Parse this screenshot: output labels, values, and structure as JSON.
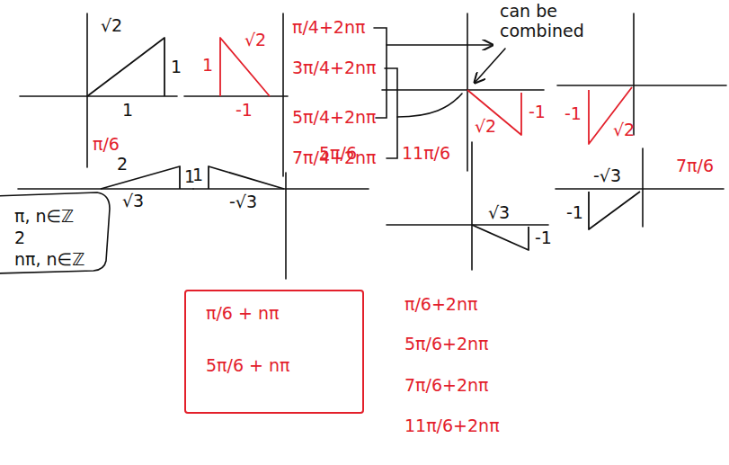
{
  "diagram": {
    "nodes": [
      {
        "text": [
          "π, n∈ℤ",
          "2",
          "nπ, n∈ℤ"
        ]
      },
      {
        "text": [
          "π/6 + nπ",
          "5π/6 + nπ"
        ]
      }
    ],
    "labels": [
      "√2",
      "1",
      "1",
      "1",
      "√2",
      "-1",
      "π/4+2nπ",
      "3π/4+2nπ",
      "5π/4+2nπ",
      "7π/4+2nπ",
      "can be combined",
      "√2",
      "-1",
      "-1",
      "√2",
      "π/6",
      "2",
      "1",
      "√3",
      "1",
      "-√3",
      "5π/6",
      "11π/6",
      "√3",
      "-1",
      "-√3",
      "-1",
      "7π/6",
      "π/6+2nπ",
      "5π/6+2nπ",
      "7π/6+2nπ",
      "11π/6+2nπ"
    ]
  }
}
